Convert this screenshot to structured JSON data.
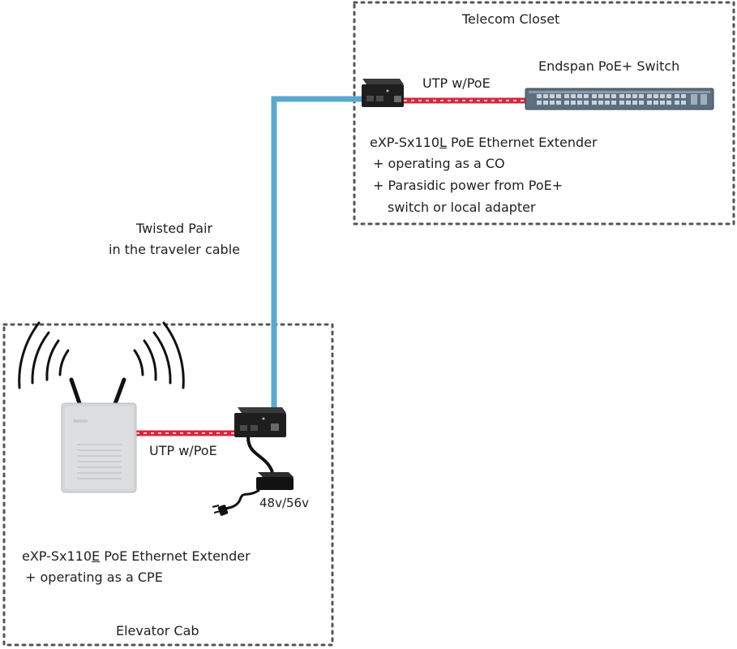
{
  "regions": {
    "telecom_closet": {
      "title": "Telecom Closet"
    },
    "elevator_cab": {
      "title": "Elevator Cab"
    }
  },
  "closet": {
    "switch_label": "Endspan PoE+ Switch",
    "link_label": "UTP w/PoE",
    "extender": {
      "name_prefix": "eXP-Sx110",
      "name_suffix_letter": "L",
      "name_rest": " PoE Ethernet Extender",
      "bullets": [
        "+ operating as a CO",
        "+ Parasidic power from PoE+",
        "switch or local adapter"
      ]
    }
  },
  "traveler": {
    "line1": "Twisted Pair",
    "line2": "in the traveler cable"
  },
  "cab": {
    "link_label": "UTP w/PoE",
    "power_label": "48v/56v",
    "extender": {
      "name_prefix": "eXP-Sx110",
      "name_suffix_letter": "E",
      "name_rest": " PoE Ethernet Extender",
      "bullets": [
        "+ operating as a CPE"
      ]
    }
  },
  "colors": {
    "traveler_cable": "#5aa9cf",
    "utp_cable": "#d9253f",
    "utp_dash": "#f7c6cc",
    "border_dots": "#555555"
  }
}
